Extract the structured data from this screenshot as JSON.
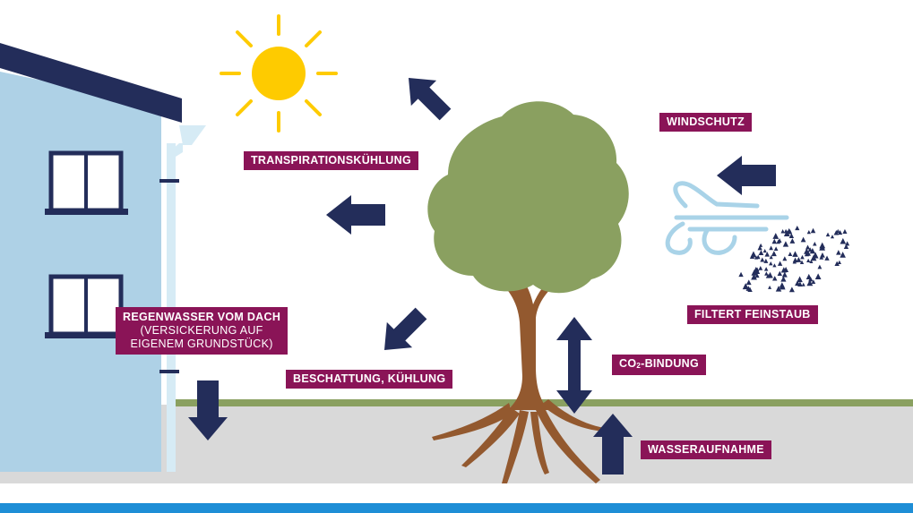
{
  "labels": {
    "transpiration": "TRANSPIRATIONSKÜHLUNG",
    "windschutz": "WINDSCHUTZ",
    "feinstaub": "FILTERT FEINSTAUB",
    "regenwasser_head": "REGENWASSER VOM DACH",
    "regenwasser_sub1": "(VERSICKERUNG AUF",
    "regenwasser_sub2": "EIGENEM GRUNDSTÜCK)",
    "beschattung": "BESCHATTUNG, KÜHLUNG",
    "co2_prefix": "CO",
    "co2_sub": "2",
    "co2_suffix": "-BINDUNG",
    "wasseraufnahme": "WASSERAUFNAHME"
  },
  "colors": {
    "label_bg": "#8a1457",
    "arrow": "#232d5a",
    "house_wall": "#aed1e6",
    "roof": "#232d5a",
    "sun": "#fecb00",
    "tree_crown": "#8aa060",
    "trunk": "#93592f",
    "grass": "#8aa060",
    "ground": "#d9d9d9",
    "water_stripe": "#1e8ed6",
    "wind": "#a9d3e8"
  },
  "icons": [
    "sun-icon",
    "tree-icon",
    "house-icon",
    "wind-icon",
    "dust-icon",
    "arrow-icon"
  ]
}
